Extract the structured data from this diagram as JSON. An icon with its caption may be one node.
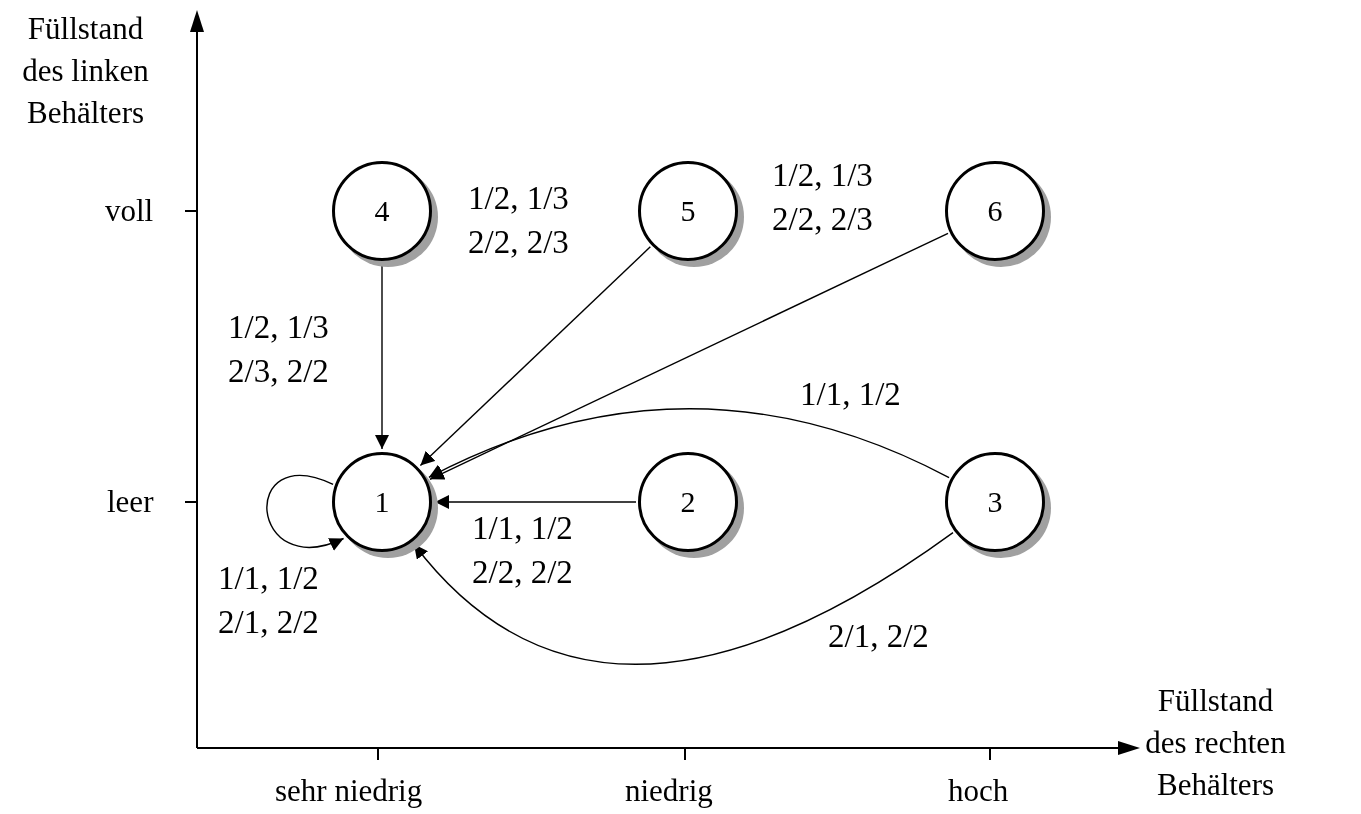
{
  "diagram": {
    "nodes": [
      {
        "text": [
          "4"
        ]
      },
      {
        "text": [
          "5"
        ]
      },
      {
        "text": [
          "6"
        ]
      },
      {
        "text": [
          "1"
        ]
      },
      {
        "text": [
          "2"
        ]
      },
      {
        "text": [
          "3"
        ]
      }
    ],
    "edges": [
      {
        "from": 3,
        "to": 3,
        "arrow": "to",
        "label": "1/1, 1/2 2/1, 2/2"
      },
      {
        "from": 0,
        "to": 3,
        "arrow": "to",
        "label": "1/2, 1/3 2/3, 2/2"
      },
      {
        "from": 1,
        "to": 3,
        "arrow": "to",
        "label": "1/2, 1/3 2/2, 2/3"
      },
      {
        "from": 2,
        "to": 3,
        "arrow": "to",
        "label": "1/2, 1/3 2/2, 2/3"
      },
      {
        "from": 5,
        "to": 3,
        "arrow": "to",
        "label": "1/1, 1/2"
      },
      {
        "from": 4,
        "to": 3,
        "arrow": "to",
        "label": "1/1, 1/2 2/2, 2/2"
      },
      {
        "from": 5,
        "to": 3,
        "arrow": "to",
        "label": "2/1, 2/2"
      }
    ],
    "labels": [
      "Füllstand des linken Behälters",
      "voll",
      "leer",
      "Füllstand des rechten Behälters",
      "sehr niedrig",
      "niedrig",
      "hoch"
    ]
  }
}
